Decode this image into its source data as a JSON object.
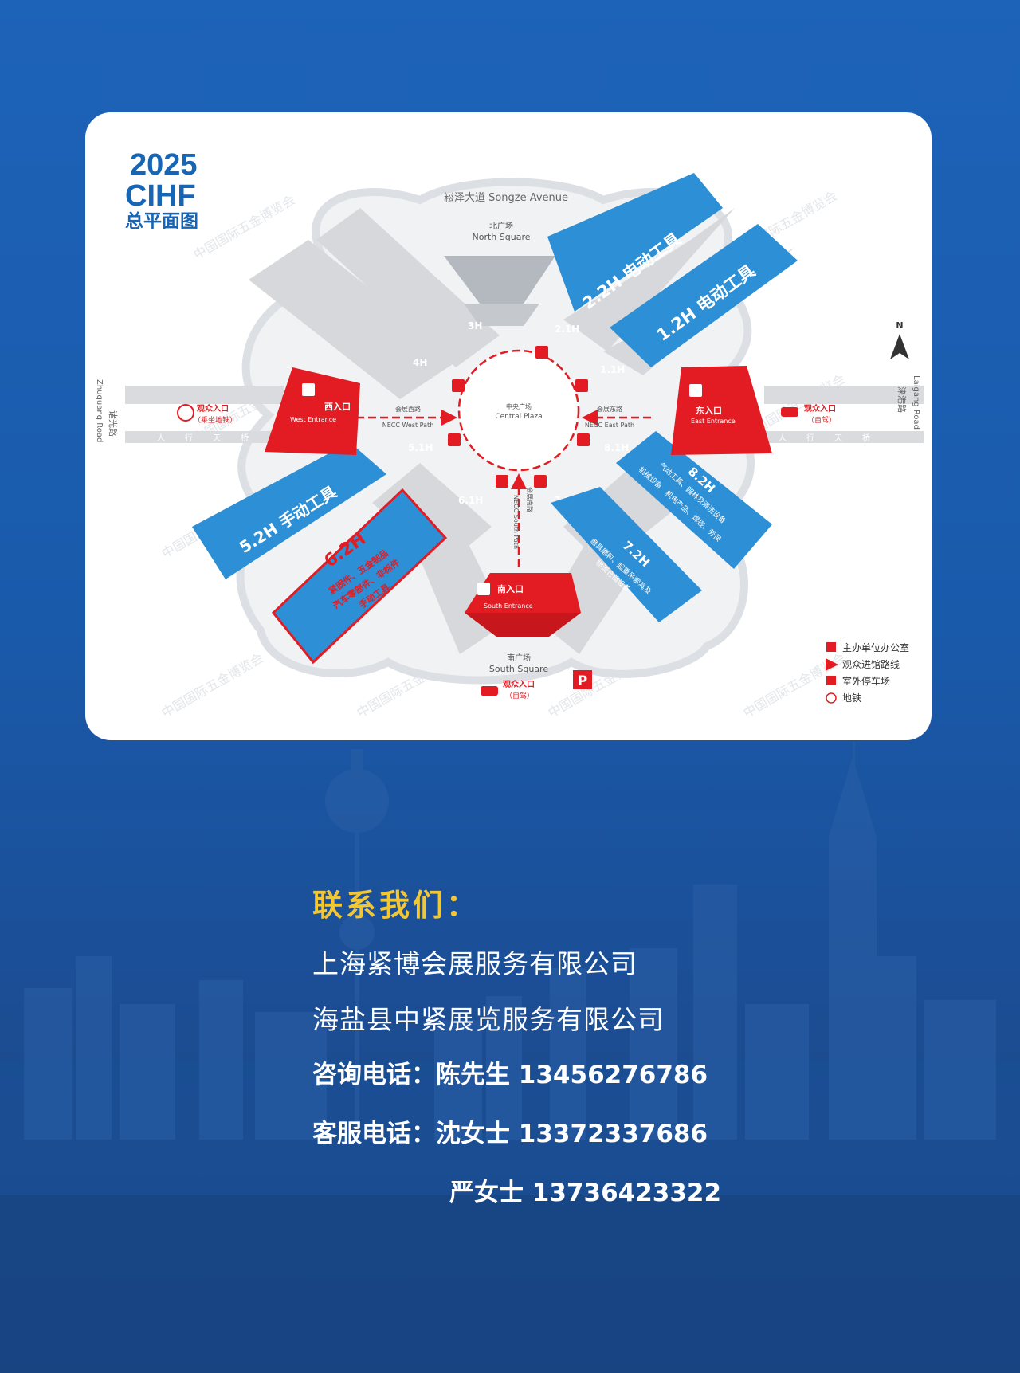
{
  "header": {
    "year": "2025",
    "brand": "CIHF",
    "title": "总平面图"
  },
  "roads": {
    "north": "崧泽大道 Songze Avenue",
    "west_cn": "诸光路",
    "west_en": "Zhuguang Road",
    "east_cn": "涞港路",
    "east_en": "Laigang Road",
    "footbridge_chars": [
      "人",
      "行",
      "天",
      "桥"
    ]
  },
  "plazas": {
    "north_cn": "北广场",
    "north_en": "North Square",
    "south_cn": "南广场",
    "south_en": "South Square",
    "central_cn": "中央广场",
    "central_en": "Central Plaza"
  },
  "paths": {
    "west_cn": "会展西路",
    "west_en": "NECC West Path",
    "east_cn": "会展东路",
    "east_en": "NECC East Path",
    "south_cn": "会展南路",
    "south_en": "NECC South Path"
  },
  "entrances": {
    "west_cn": "西入口",
    "west_en": "West Entrance",
    "east_cn": "东入口",
    "east_en": "East Entrance",
    "south_cn": "南入口",
    "south_en": "South Entrance"
  },
  "visitor_entrances": {
    "west_title": "观众入口",
    "west_sub": "（乘坐地铁）",
    "east_title": "观众入口",
    "east_sub": "（自驾）",
    "south_title": "观众入口",
    "south_sub": "（自驾）"
  },
  "parking_letter": "P",
  "hall_numbers": [
    "3H",
    "2.1H",
    "4H",
    "1.1H",
    "5.1H",
    "8.1H",
    "6.1H",
    "7.1H"
  ],
  "halls": [
    {
      "id": "2.2H",
      "name": "电动工具"
    },
    {
      "id": "1.2H",
      "name": "电动工具"
    },
    {
      "id": "5.2H",
      "name": "手动工具"
    },
    {
      "id": "8.2H",
      "line1": "气动工具、园林及清洗设备",
      "line2": "机械设备、机电产品、焊接、劳保"
    },
    {
      "id": "7.2H",
      "line1": "磨具磨料、起重吊索具及",
      "line2": "物流仓储设备"
    },
    {
      "id": "6.2H",
      "line1": "紧固件、五金制品",
      "line2": "汽车零部件、非标件",
      "line3": "手动工具"
    }
  ],
  "legend": [
    {
      "icon": "office-icon",
      "label": "主办单位办公室"
    },
    {
      "icon": "arrow-icon",
      "label": "观众进馆路线"
    },
    {
      "icon": "parking-icon",
      "label": "室外停车场"
    },
    {
      "icon": "metro-icon",
      "label": "地铁"
    }
  ],
  "compass": "N",
  "watermark": "中国国际五金博览会",
  "contact": {
    "heading": "联系我们：",
    "company1": "上海紧博会展服务有限公司",
    "company2": "海盐县中紧展览服务有限公司",
    "phone1": "咨询电话：陈先生 13456276786",
    "phone2": "客服电话：沈女士 13372337686",
    "phone3": "严女士 13736423322"
  },
  "colors": {
    "accent_blue": "#2d8fd5",
    "accent_red": "#e31c24",
    "heading_yellow": "#f2c736",
    "brand_blue": "#1666b5"
  }
}
